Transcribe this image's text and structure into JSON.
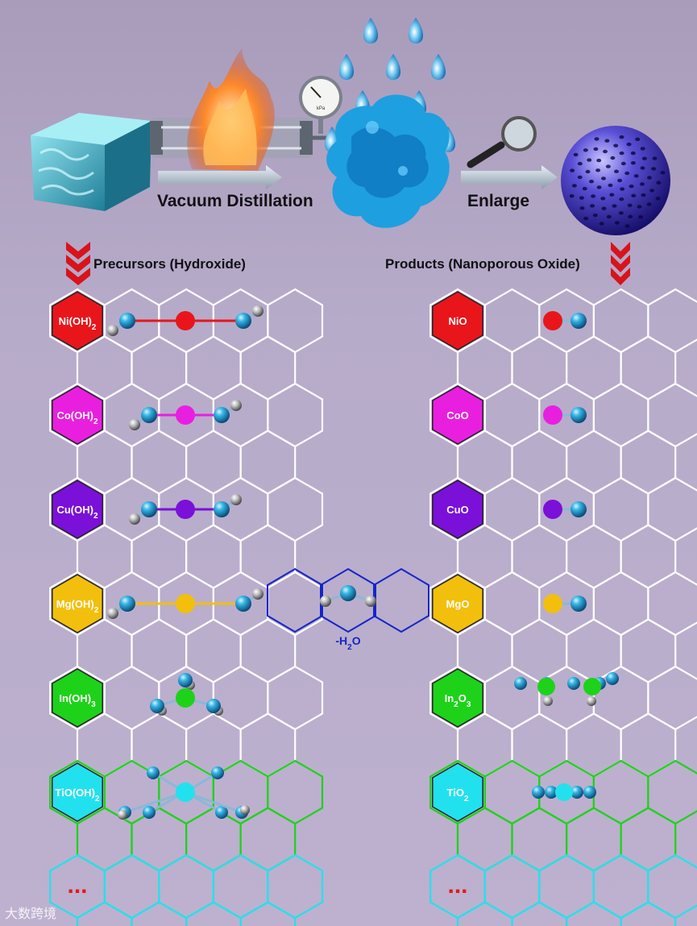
{
  "process": {
    "step1_label": "Vacuum Distillation",
    "step2_label": "Enlarge",
    "gauge_unit": "kPa"
  },
  "precursors": {
    "heading": "Precursors (Hydroxide)",
    "items": [
      {
        "label": "Ni(OH)2",
        "color": "#e8161b"
      },
      {
        "label": "Co(OH)2",
        "color": "#e91fe0"
      },
      {
        "label": "Cu(OH)2",
        "color": "#7b10d8"
      },
      {
        "label": "Mg(OH)2",
        "color": "#f2bf0c"
      },
      {
        "label": "In(OH)3",
        "color": "#1ed21a"
      },
      {
        "label": "TiO(OH)2",
        "color": "#22e1ee"
      },
      {
        "label": "...",
        "color": "#e8161b"
      }
    ]
  },
  "products": {
    "heading": "Products (Nanoporous Oxide)",
    "items": [
      {
        "label": "NiO",
        "color": "#e8161b"
      },
      {
        "label": "CoO",
        "color": "#e91fe0"
      },
      {
        "label": "CuO",
        "color": "#7b10d8"
      },
      {
        "label": "MgO",
        "color": "#f2bf0c"
      },
      {
        "label": "In2O3",
        "color": "#1ed21a"
      },
      {
        "label": "TiO2",
        "color": "#22e1ee"
      },
      {
        "label": "...",
        "color": "#e8161b"
      }
    ]
  },
  "reaction": {
    "label": "-H2O"
  },
  "watermark": "大数跨境"
}
